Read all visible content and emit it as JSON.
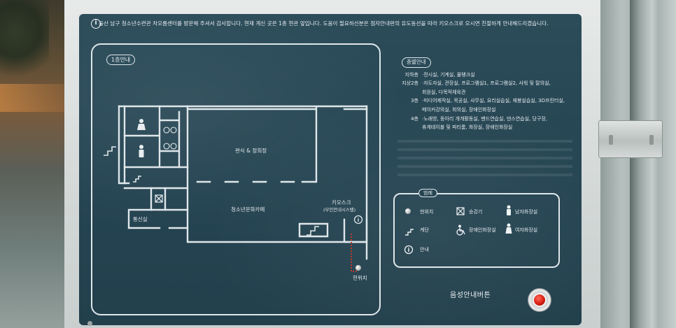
{
  "sign": {
    "notice": "울산 남구 청소년수련관 차오름센터를 방문해 주셔서 감사합니다. 현재 계신 곳은 1층 현관 앞입니다.    도움이 필요하신분은 점자안내판의 유도동선을 따라 키오스크로 오시면 친절하게 안내해드리겠습니다.",
    "info_symbol": "i"
  },
  "plan": {
    "floor_tag": "1층안내",
    "rooms": {
      "performance": "편식 & 정회정",
      "cafe": "청소년문화카페",
      "office": "통신실",
      "kiosk_line1": "키오스크",
      "kiosk_line2": "(무인안내시스템)",
      "current_location": "현위치"
    }
  },
  "directory": {
    "tag": "층별안내",
    "rows": [
      {
        "floor": "지하층",
        "text": "·전시실, 기계실, 물탱크실",
        "cont": false
      },
      {
        "floor": "지상2층",
        "text": "·자도자실, 관장실, 프로그램실1, 프로그램실2, 사워 및 탈의실,",
        "cont": false
      },
      {
        "floor": "",
        "text": "회원실, 다목적체육관",
        "cont": true
      },
      {
        "floor": "3층",
        "text": "·미디어제작실, 목공실, 사무실, 요리실습실, 재봉실습실, 3D프린터실,",
        "cont": false
      },
      {
        "floor": "",
        "text": "메이커강의실, 회의실, 장애인화장실",
        "cont": true
      },
      {
        "floor": "4층",
        "text": "·노래방, 동아리 개개활동실, 밴드연습실, 댄스연습실, 당구장,",
        "cont": false
      },
      {
        "floor": "",
        "text": "휴게테이블 및 파티룸, 화장실, 장애인화장실",
        "cont": true
      }
    ]
  },
  "legend": {
    "tag": "범례",
    "items": {
      "current_location": "현위치",
      "elevator": "승강기",
      "mens_restroom": "남자화장실",
      "stairs": "계단",
      "accessible_restroom": "장애인화장실",
      "womens_restroom": "여자화장실",
      "information": "안내"
    }
  },
  "voice": {
    "label": "음성안내버튼"
  },
  "icons": [
    "info-icon",
    "elevator-icon",
    "wheelchair-icon",
    "stairs-icon",
    "male-icon",
    "female-icon",
    "voice-button"
  ],
  "colors": {
    "sign_background": "#264553",
    "sign_lines": "#dfe7ea",
    "route_line": "#c0392b",
    "button_red": "#d81e12"
  }
}
